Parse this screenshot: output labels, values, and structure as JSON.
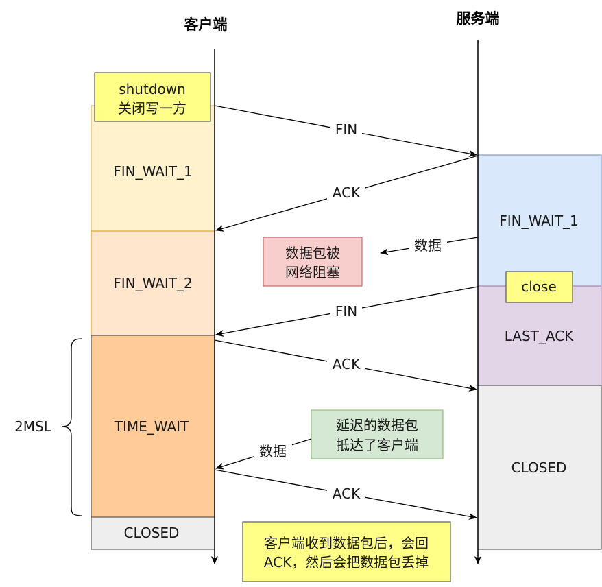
{
  "headers": {
    "client": "客户端",
    "server": "服务端"
  },
  "client_states": {
    "fin_wait_1": "FIN_WAIT_1",
    "fin_wait_2": "FIN_WAIT_2",
    "time_wait": "TIME_WAIT",
    "closed": "CLOSED"
  },
  "server_states": {
    "fin_wait_1": "FIN_WAIT_1",
    "last_ack": "LAST_ACK",
    "closed": "CLOSED"
  },
  "notes": {
    "shutdown": {
      "line1": "shutdown",
      "line2": "关闭写一方"
    },
    "close": "close",
    "blocked": {
      "line1": "数据包被",
      "line2": "网络阻塞"
    },
    "delayed": {
      "line1": "延迟的数据包",
      "line2": "抵达了客户端"
    },
    "ack_result": {
      "line1": "客户端收到数据包后，会回",
      "line2": "ACK，然后会把数据包丢掉"
    }
  },
  "messages": {
    "fin_1": "FIN",
    "ack_1": "ACK",
    "data_1": "数据",
    "fin_2": "FIN",
    "ack_2": "ACK",
    "data_2": "数据",
    "ack_3": "ACK"
  },
  "timer": "2MSL",
  "colors": {
    "fin_wait_1_client": "#fff2cc",
    "fin_wait_2_client": "#ffe6cc",
    "time_wait_client": "#ffcc99",
    "closed": "#eeeeee",
    "fin_wait_1_server": "#dae8fc",
    "last_ack_server": "#e1d5e7",
    "yellow_note": "#ffff88",
    "red_note": "#f8cecc",
    "green_note": "#d5e8d4"
  }
}
